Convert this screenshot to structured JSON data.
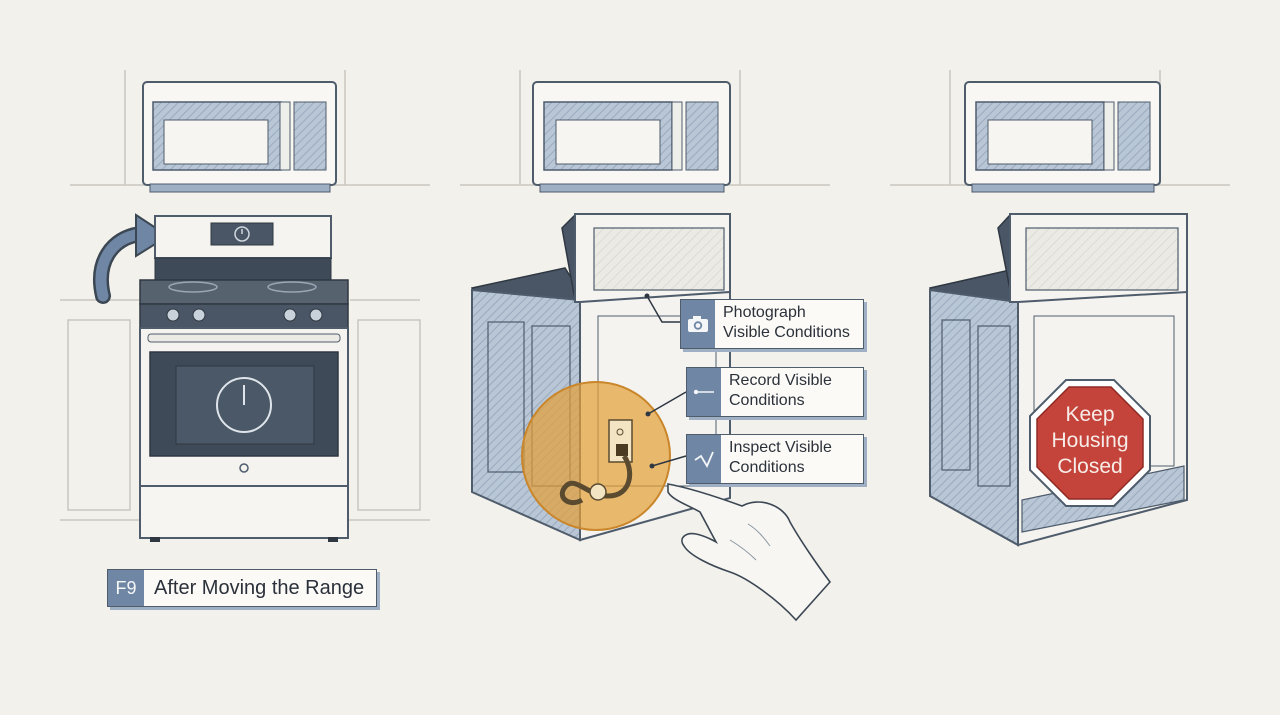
{
  "figure": {
    "number": "F9",
    "title": "After Moving the Range"
  },
  "callouts": [
    {
      "icon": "camera-icon",
      "line1": "Photograph",
      "line2": "Visible Conditions"
    },
    {
      "icon": "pen-line-icon",
      "line1": "Record Visible",
      "line2": "Conditions"
    },
    {
      "icon": "check-mark-icon",
      "line1": "Inspect Visible",
      "line2": "Conditions"
    }
  ],
  "stop_sign": {
    "line1": "Keep",
    "line2": "Housing",
    "line3": "Closed"
  },
  "colors": {
    "accent_blue": "#6f87a4",
    "highlight_orange": "#e3a13a",
    "stop_red": "#c4433a",
    "paper": "#f3f1ec",
    "ink": "#4e5c6c"
  }
}
